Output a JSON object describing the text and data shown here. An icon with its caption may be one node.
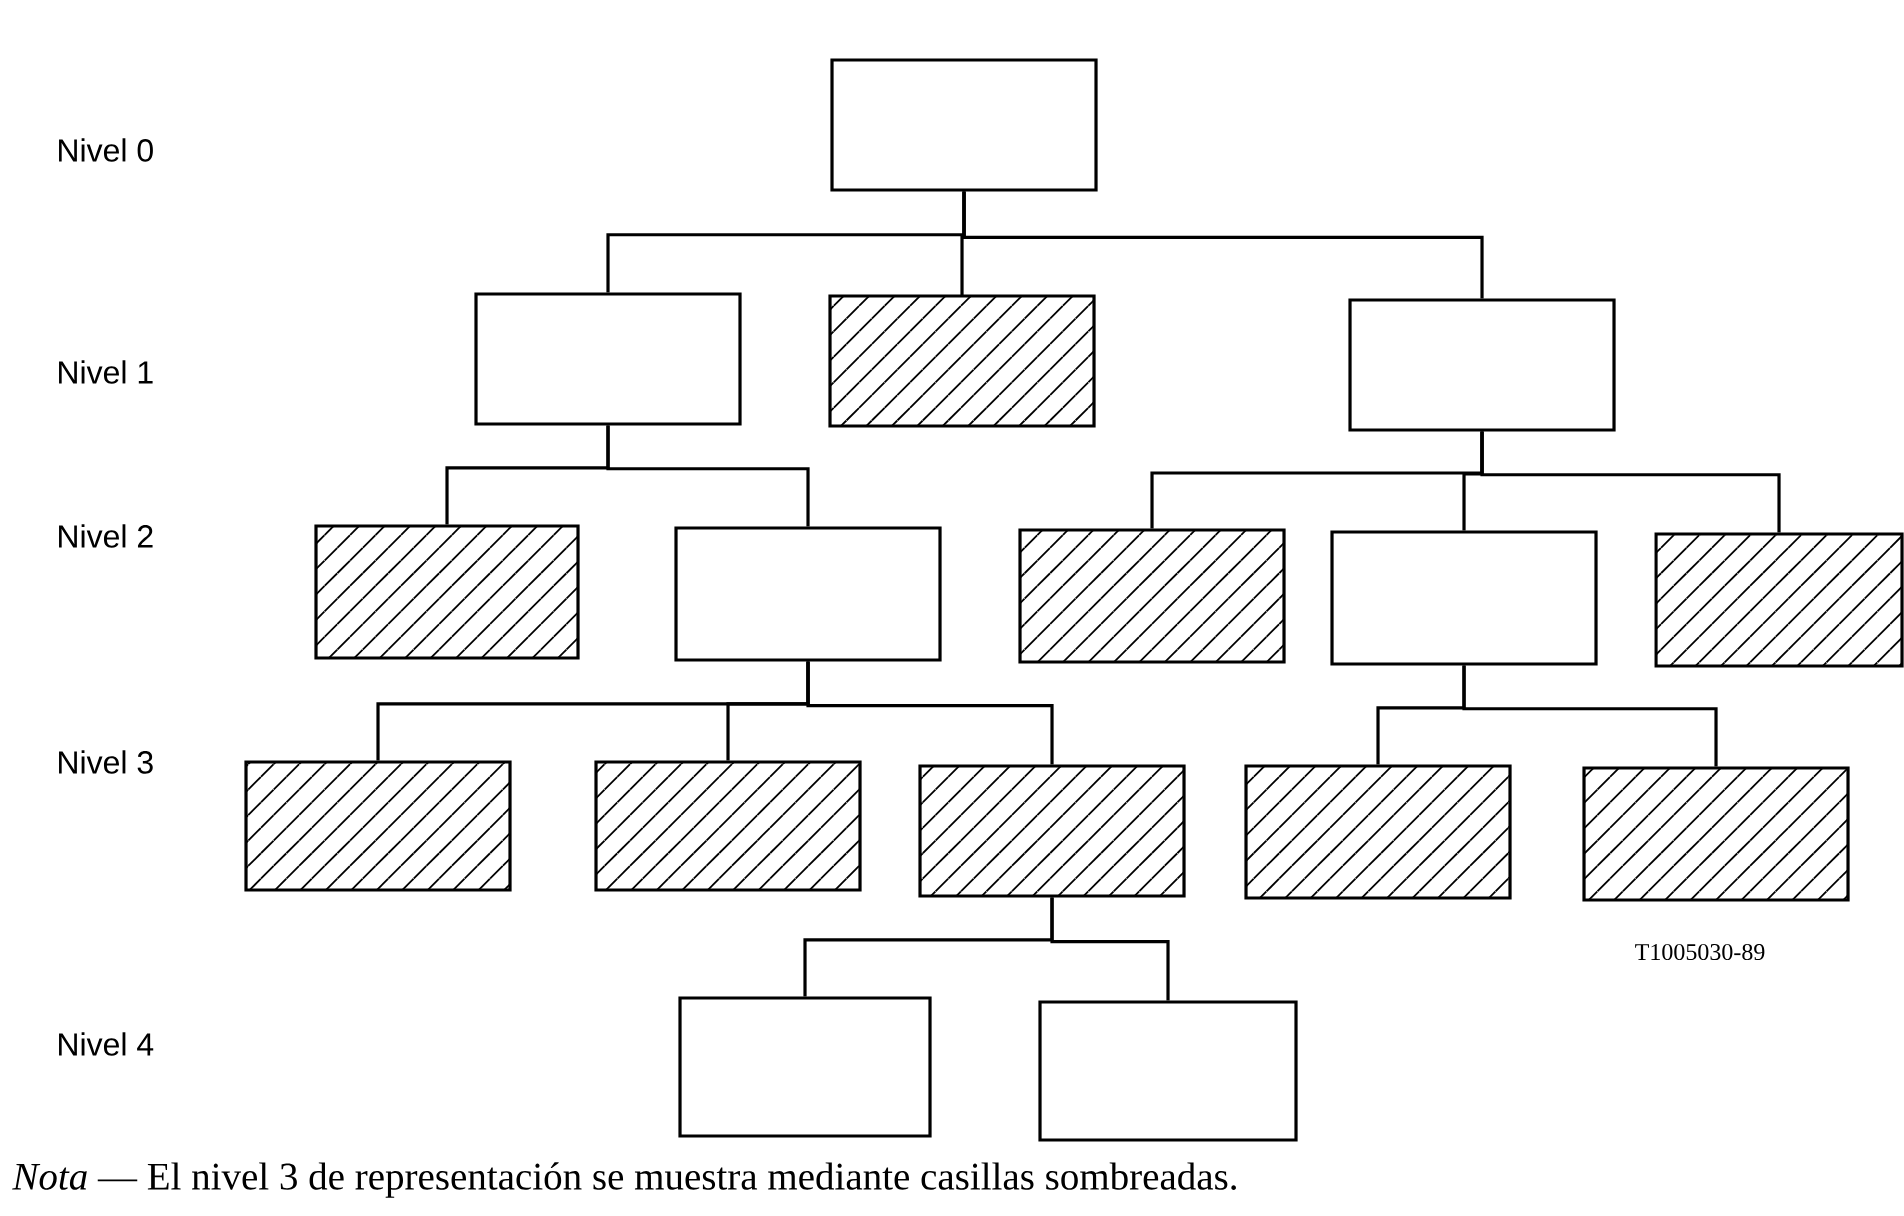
{
  "diagram": {
    "nodes": [
      {
        "text": [],
        "shape": "box"
      },
      {
        "text": [],
        "shape": "box"
      },
      {
        "text": [],
        "shape": "box"
      },
      {
        "text": [],
        "shape": "box"
      },
      {
        "text": [],
        "shape": "box"
      },
      {
        "text": [],
        "shape": "box"
      },
      {
        "text": [],
        "shape": "box"
      },
      {
        "text": [],
        "shape": "box"
      },
      {
        "text": [],
        "shape": "box"
      },
      {
        "text": [],
        "shape": "box"
      },
      {
        "text": [],
        "shape": "box"
      },
      {
        "text": [],
        "shape": "box"
      },
      {
        "text": [],
        "shape": "box"
      },
      {
        "text": [],
        "shape": "box"
      },
      {
        "text": [],
        "shape": "box"
      },
      {
        "text": [],
        "shape": "box"
      }
    ],
    "edges": [
      {
        "from": 0,
        "to": 1,
        "arrow": "none"
      },
      {
        "from": 0,
        "to": 2,
        "arrow": "none"
      },
      {
        "from": 0,
        "to": 3,
        "arrow": "none"
      },
      {
        "from": 1,
        "to": 4,
        "arrow": "none"
      },
      {
        "from": 1,
        "to": 5,
        "arrow": "none"
      },
      {
        "from": 3,
        "to": 6,
        "arrow": "none"
      },
      {
        "from": 3,
        "to": 7,
        "arrow": "none"
      },
      {
        "from": 3,
        "to": 8,
        "arrow": "none"
      },
      {
        "from": 5,
        "to": 9,
        "arrow": "none"
      },
      {
        "from": 5,
        "to": 10,
        "arrow": "none"
      },
      {
        "from": 5,
        "to": 11,
        "arrow": "none"
      },
      {
        "from": 7,
        "to": 12,
        "arrow": "none"
      },
      {
        "from": 7,
        "to": 13,
        "arrow": "none"
      },
      {
        "from": 11,
        "to": 14,
        "arrow": "none"
      },
      {
        "from": 11,
        "to": 15,
        "arrow": "none"
      }
    ],
    "labels": [
      "Nivel 0",
      "Nivel 1",
      "Nivel 2",
      "Nivel 3",
      "T1005030-89",
      "Nivel 4",
      "*Nota* — El nivel 3 de representación se muestra mediante casillas sombreadas."
    ]
  }
}
